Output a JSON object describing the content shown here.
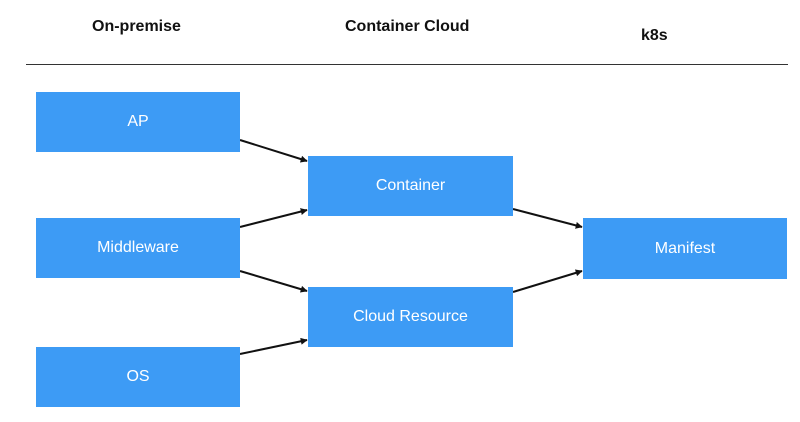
{
  "headers": {
    "on_premise": "On-premise",
    "container_cloud": "Container Cloud",
    "k8s": "k8s"
  },
  "boxes": {
    "ap": "AP",
    "middleware": "Middleware",
    "os": "OS",
    "container": "Container",
    "cloud_resource": "Cloud Resource",
    "manifest": "Manifest"
  },
  "colors": {
    "box_fill": "#3d9bf5",
    "arrow": "#111111"
  },
  "connections": [
    {
      "from": "ap",
      "to": "container"
    },
    {
      "from": "middleware",
      "to": "container"
    },
    {
      "from": "middleware",
      "to": "cloud_resource"
    },
    {
      "from": "os",
      "to": "cloud_resource"
    },
    {
      "from": "container",
      "to": "manifest"
    },
    {
      "from": "cloud_resource",
      "to": "manifest"
    }
  ]
}
